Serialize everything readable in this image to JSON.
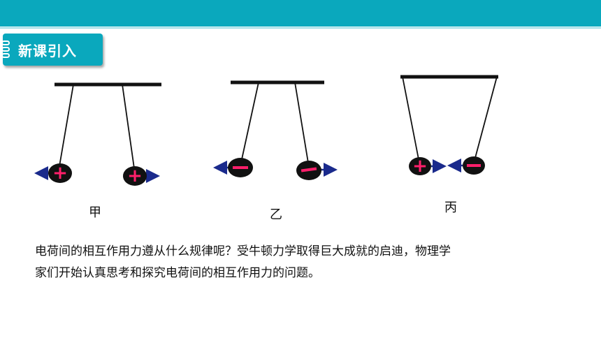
{
  "header": {
    "section_title": "新课引入"
  },
  "diagram": {
    "cases": [
      {
        "label": "甲",
        "left_charge": "+",
        "right_charge": "+",
        "interaction": "repel"
      },
      {
        "label": "乙",
        "left_charge": "−",
        "right_charge": "−",
        "interaction": "repel"
      },
      {
        "label": "丙",
        "left_charge": "+",
        "right_charge": "−",
        "interaction": "attract"
      }
    ],
    "colors": {
      "charge_sign": "#ff1f6b",
      "force_arrow": "#1a2a8c",
      "ball": "#111111",
      "accent": "#0aa8bd"
    }
  },
  "text": {
    "line1": "电荷间的相互作用力遵从什么规律呢？受牛顿力学取得巨大成就的启迪，物理学",
    "line2": "家们开始认真思考和探究电荷间的相互作用力的问题。"
  }
}
